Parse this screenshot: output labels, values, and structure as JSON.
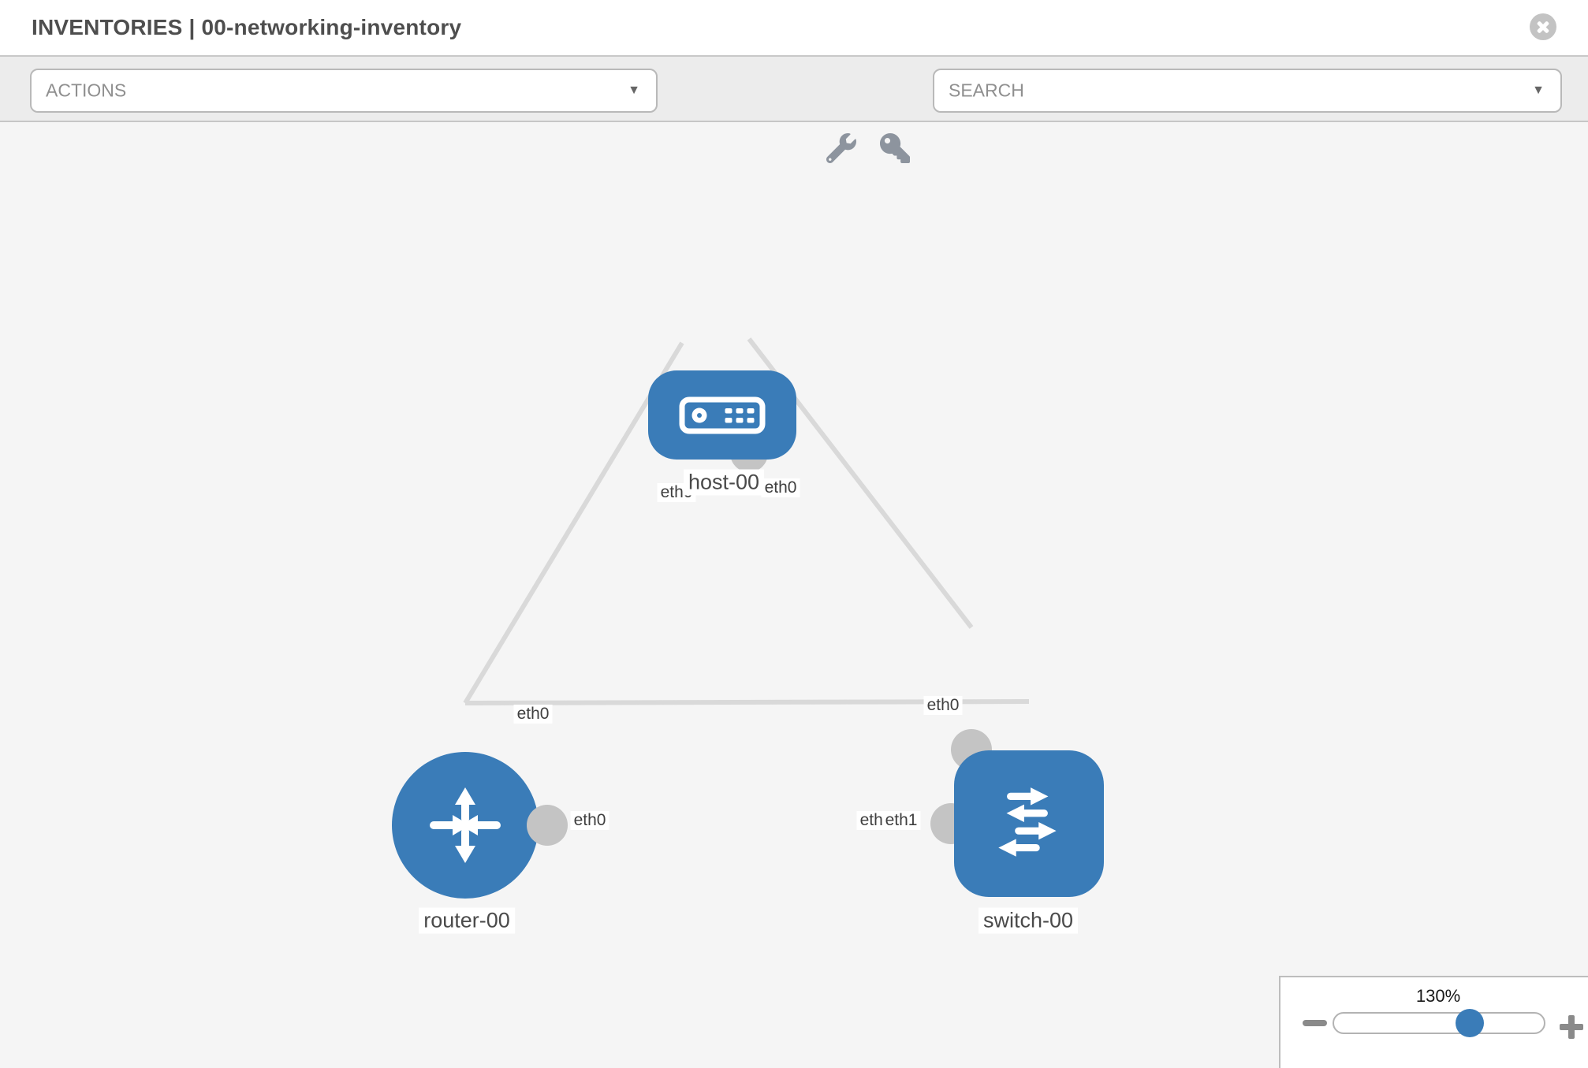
{
  "header": {
    "title": "INVENTORIES | 00-networking-inventory"
  },
  "toolbar": {
    "actions_label": "ACTIONS",
    "search_label": "SEARCH",
    "caret": "▼",
    "icons": [
      "wrench-icon",
      "key-icon"
    ]
  },
  "topology": {
    "nodes": [
      {
        "name": "host-00",
        "type": "host",
        "interfaces": [
          "eth0",
          "eth0"
        ]
      },
      {
        "name": "router-00",
        "type": "router",
        "interfaces": [
          "eth0",
          "eth0"
        ]
      },
      {
        "name": "switch-00",
        "type": "switch",
        "interfaces": [
          "eth0",
          "eth0",
          "eth1"
        ]
      }
    ],
    "links": [
      {
        "source": "host-00",
        "source_interface": "eth0",
        "target": "router-00",
        "target_interface": "eth0"
      },
      {
        "source": "host-00",
        "source_interface": "eth0",
        "target": "switch-00",
        "target_interface": "eth0"
      },
      {
        "source": "router-00",
        "source_interface": "eth0",
        "target": "switch-00",
        "target_interface": "eth1"
      }
    ],
    "labels": {
      "host": "host-00",
      "router": "router-00",
      "switch": "switch-00",
      "host_if_left": "eth0",
      "host_if_right": "eth0",
      "edge_host_router_mid": "eth0",
      "edge_host_switch_mid": "eth0",
      "edge_rs_near_router": "eth0",
      "edge_rs_near_switch_back": "eth0",
      "edge_rs_near_switch_front": "eth1"
    }
  },
  "zoom_control": {
    "level": "130%"
  },
  "colors": {
    "node_blue": "#3a7cb8",
    "edge_gray": "#d9d9d9",
    "port_gray": "#c4c4c4",
    "toolbar_bg": "#ececec",
    "canvas_bg": "#f5f5f5"
  }
}
